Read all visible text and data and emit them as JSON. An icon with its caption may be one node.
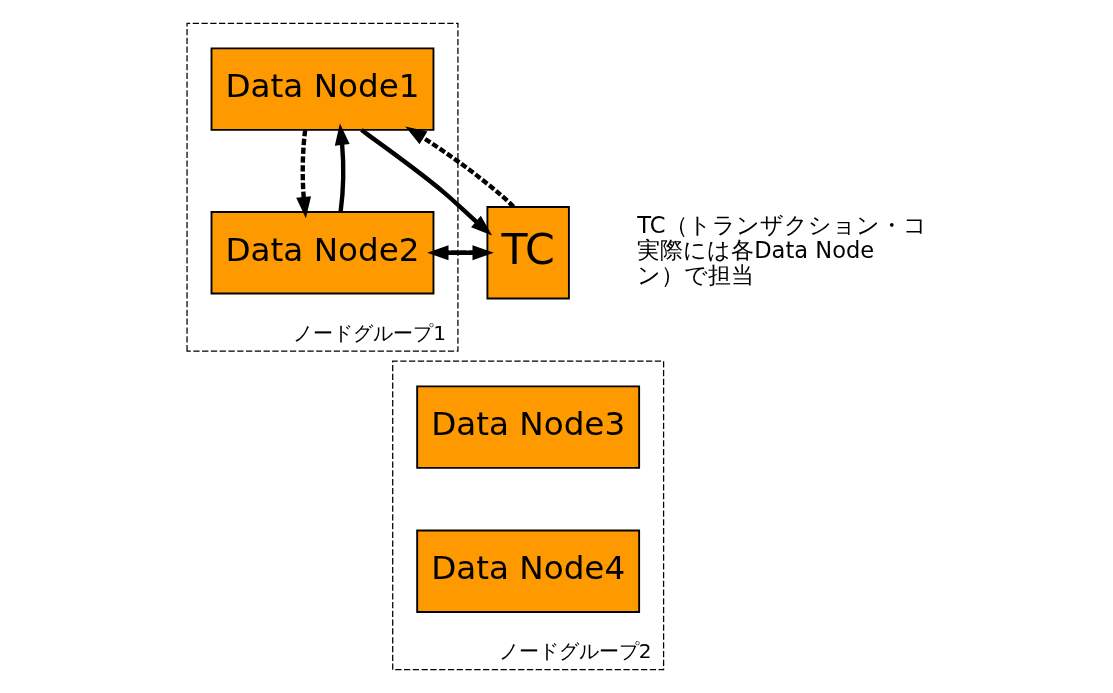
{
  "diagram": {
    "nodes": [
      {
        "text": [
          "TC"
        ]
      },
      {
        "text": [
          "ノードグループ1"
        ]
      },
      {
        "text": [
          "Data Node1"
        ],
        "in": 1
      },
      {
        "text": [
          "Data Node2"
        ],
        "in": 1
      },
      {
        "text": [
          "ノードグループ2"
        ]
      },
      {
        "text": [
          "Data Node3"
        ],
        "in": 4
      },
      {
        "text": [
          "Data Node4"
        ],
        "in": 4
      }
    ],
    "edges": [
      {
        "from": 3,
        "to": 0,
        "arrow": "to",
        "style": "dashed"
      },
      {
        "from": 0,
        "to": 2,
        "arrow": "to",
        "style": "dashed"
      },
      {
        "from": 2,
        "to": 0,
        "arrow": "to"
      },
      {
        "from": 0,
        "to": 3,
        "arrow": "to"
      },
      {
        "from": 2,
        "to": 3,
        "arrow": "to",
        "style": "dashed"
      },
      {
        "from": 3,
        "to": 2,
        "arrow": "to"
      }
    ],
    "labels": [
      "TC（トランザクション・コ",
      "実際には各Data Node",
      "ン）で担当"
    ]
  }
}
